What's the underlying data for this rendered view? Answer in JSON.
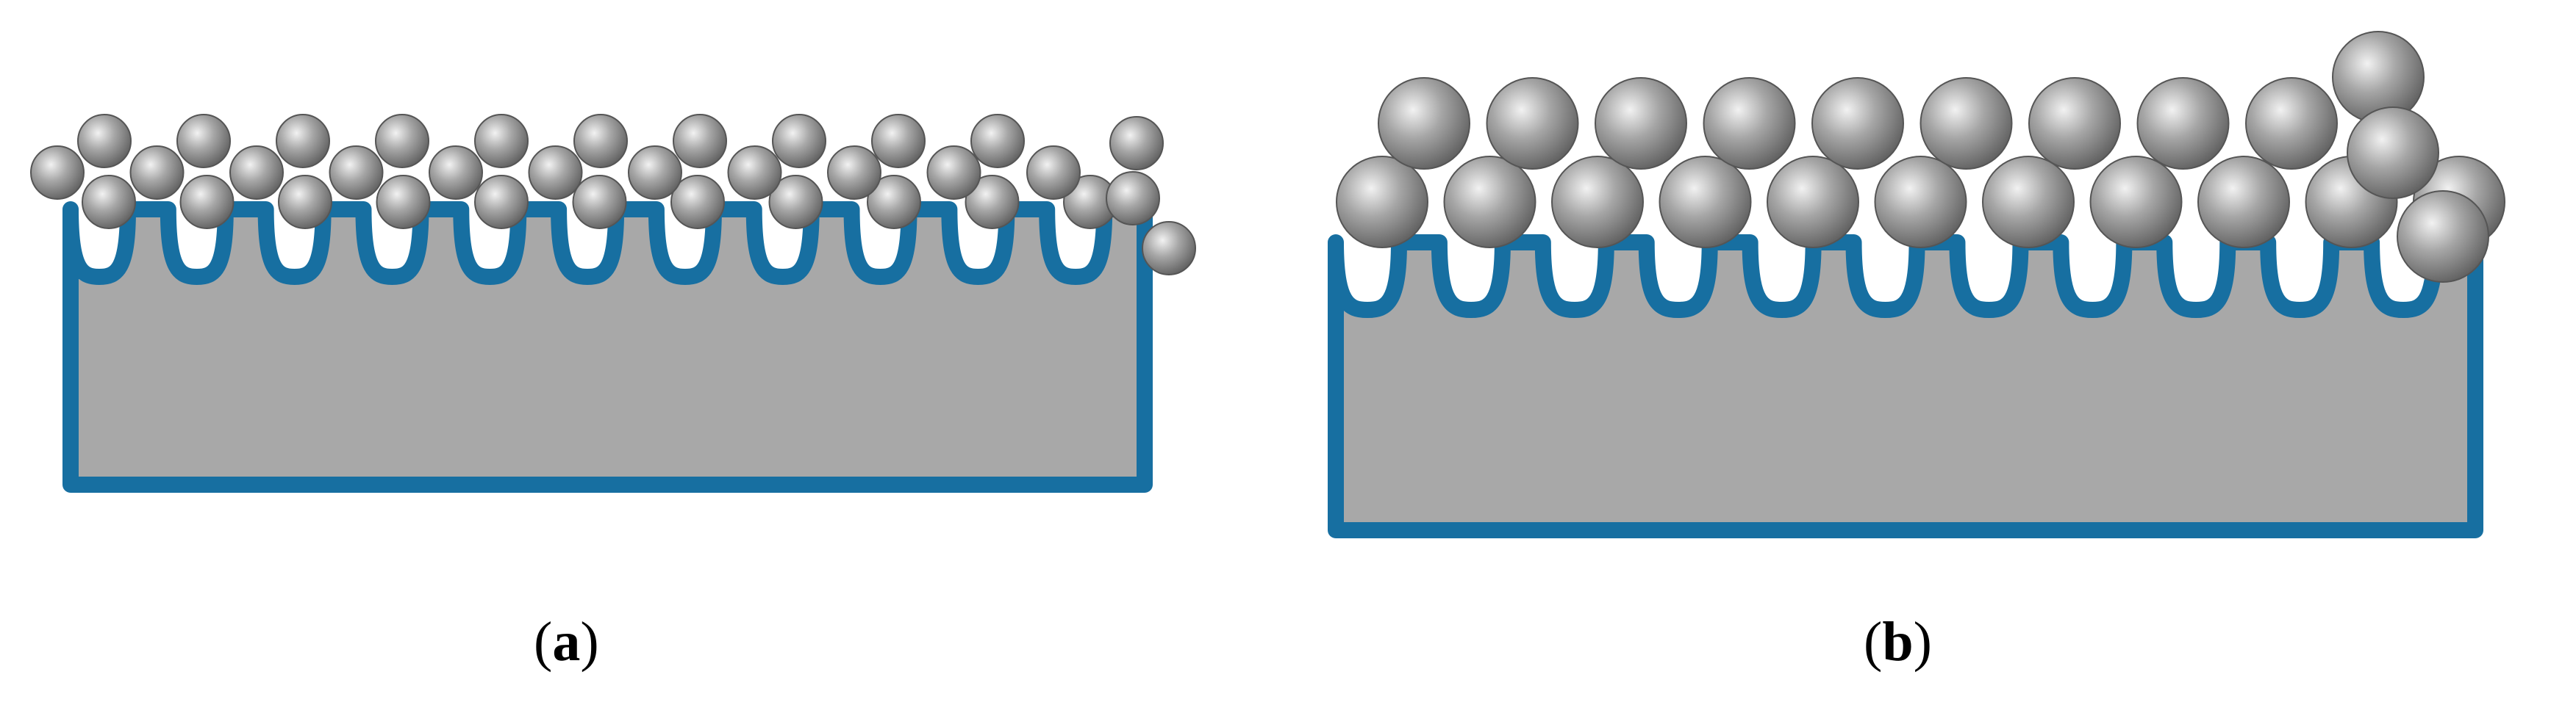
{
  "colors": {
    "substrate_fill": "#a8a8a8",
    "outline": "#176fa1",
    "particle_light": "#f2f2f2",
    "particle_mid": "#a6a6a6",
    "particle_dark": "#5e5e5e",
    "particle_edge": "#555555"
  },
  "panels": [
    {
      "id": "a",
      "caption_open": "(",
      "caption_letter": "a",
      "caption_close": ")",
      "particle_size": "small",
      "layers": 2
    },
    {
      "id": "b",
      "caption_open": "(",
      "caption_letter": "b",
      "caption_close": ")",
      "particle_size": "large",
      "layers": 2
    }
  ]
}
